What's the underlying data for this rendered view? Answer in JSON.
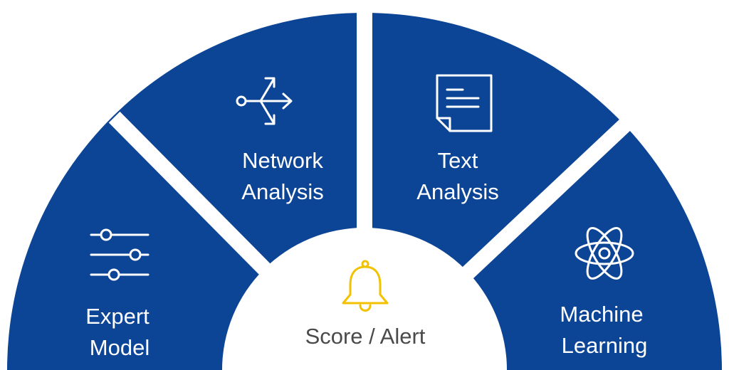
{
  "diagram": {
    "segments": [
      {
        "id": "expert-model",
        "line1": "Expert",
        "line2": "Model",
        "icon": "sliders-icon"
      },
      {
        "id": "network-analysis",
        "line1": "Network",
        "line2": "Analysis",
        "icon": "network-arrows-icon"
      },
      {
        "id": "text-analysis",
        "line1": "Text",
        "line2": "Analysis",
        "icon": "document-icon"
      },
      {
        "id": "machine-learning",
        "line1": "Machine",
        "line2": "Learning",
        "icon": "atom-icon"
      }
    ],
    "center": {
      "label": "Score / Alert",
      "icon": "bell-icon"
    },
    "colors": {
      "segment": "#0d4596",
      "center": "#ffffff",
      "bell": "#f2c200",
      "center_text": "#4a4a4a"
    }
  }
}
